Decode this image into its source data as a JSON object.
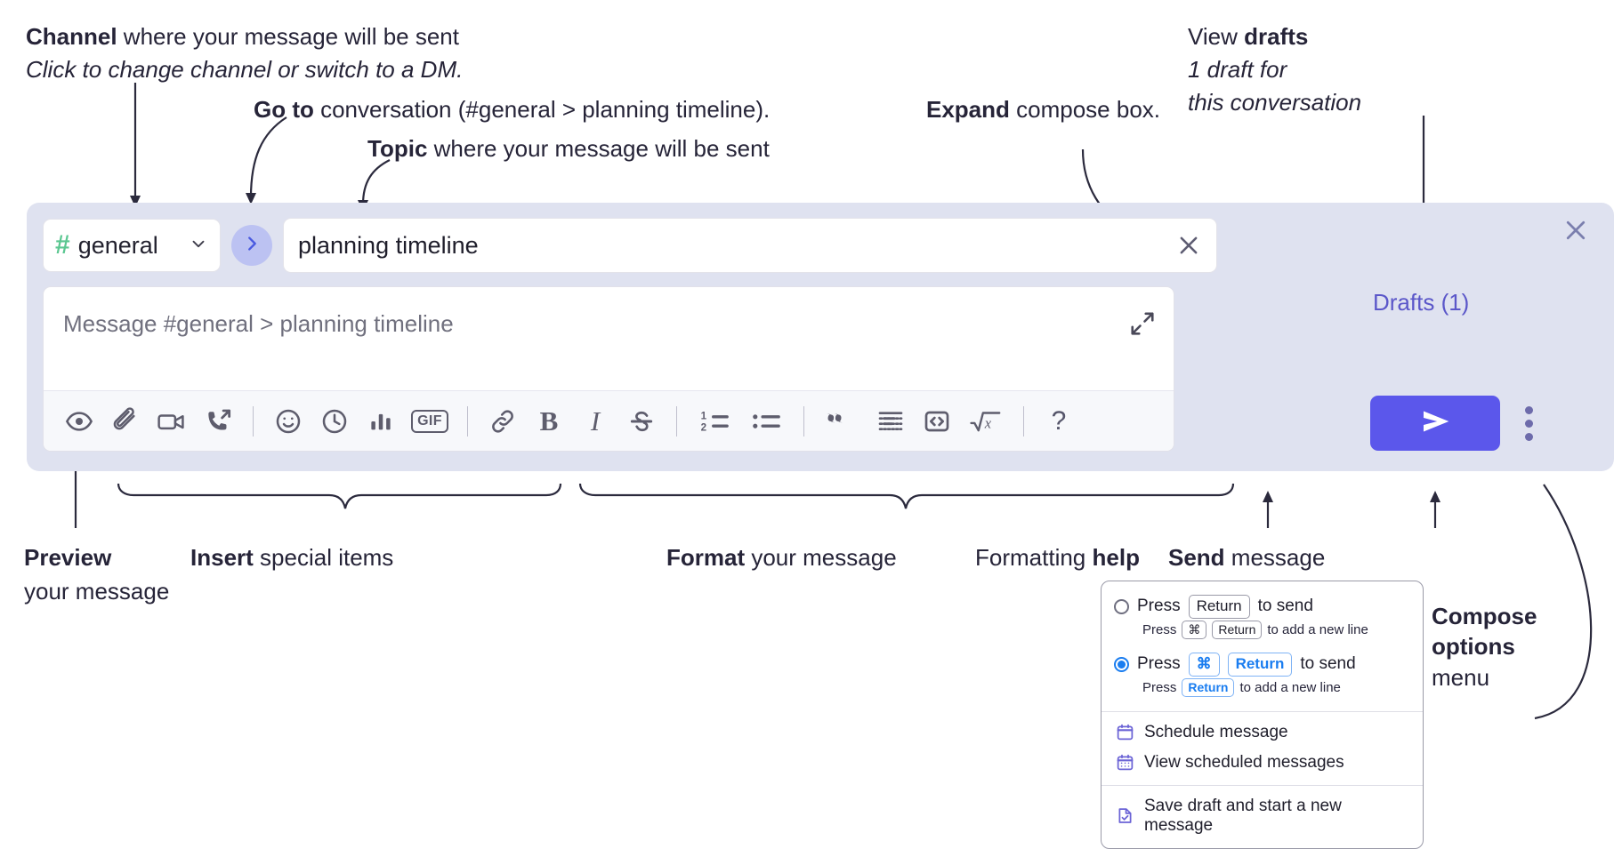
{
  "annotations": [
    {
      "id": "channel",
      "lead": "Channel",
      "rest": " where your message will be sent",
      "sub": "Click to change channel or switch to a DM."
    },
    {
      "id": "goto",
      "lead": "Go to",
      "rest": " conversation (#general > planning timeline)."
    },
    {
      "id": "topic",
      "lead": "Topic",
      "rest": " where your message will be sent"
    },
    {
      "id": "expand",
      "lead": "Expand",
      "rest": " compose box."
    },
    {
      "id": "drafts",
      "lead_pre": "View ",
      "lead": "drafts",
      "sub1": "1 draft for",
      "sub2": "this conversation"
    },
    {
      "id": "preview",
      "lead": "Preview",
      "sub": "your message"
    },
    {
      "id": "insert",
      "lead": "Insert",
      "rest": " special items"
    },
    {
      "id": "format",
      "lead": "Format",
      "rest": " your message"
    },
    {
      "id": "help",
      "pre": "Formatting ",
      "lead": "help"
    },
    {
      "id": "send",
      "lead": "Send",
      "rest": " message"
    },
    {
      "id": "compose",
      "lead1": "Compose",
      "lead2": "options",
      "sub": "menu"
    }
  ],
  "compose": {
    "channel": {
      "name": "general",
      "hash": "#",
      "icon": "hash-icon",
      "chevron": "chevron-down-icon"
    },
    "goto_button": {
      "icon": "chevron-right-icon",
      "color": "#4a5ae0",
      "bg": "#bcc2f2"
    },
    "topic": {
      "value": "planning timeline",
      "clear_icon": "close-icon"
    },
    "message": {
      "placeholder": "Message #general > planning timeline",
      "value": ""
    },
    "expand_icon": "expand-diagonal-icon",
    "close_icon": "close-icon",
    "drafts_label": "Drafts (1)",
    "drafts_color": "#5b57c9",
    "panel_bg": "#dfe2f0",
    "send": {
      "icon": "send-paper-plane-icon",
      "color": "#5b57eb"
    },
    "overflow": {
      "icon": "kebab-vertical-icon"
    },
    "toolbar": [
      {
        "name": "preview-icon",
        "glyph": "eye"
      },
      {
        "name": "attachment-icon",
        "glyph": "paperclip"
      },
      {
        "name": "video-icon",
        "glyph": "video"
      },
      {
        "name": "call-icon",
        "glyph": "phone"
      },
      {
        "name": "separator-1",
        "glyph": "sep"
      },
      {
        "name": "emoji-icon",
        "glyph": "smiley"
      },
      {
        "name": "reminder-clock-icon",
        "glyph": "clock"
      },
      {
        "name": "poll-icon",
        "glyph": "bars"
      },
      {
        "name": "gif-icon",
        "glyph": "gif",
        "label": "GIF"
      },
      {
        "name": "separator-2",
        "glyph": "sep"
      },
      {
        "name": "link-icon",
        "glyph": "link"
      },
      {
        "name": "bold-icon",
        "glyph": "bold",
        "label": "B"
      },
      {
        "name": "italic-icon",
        "glyph": "italic",
        "label": "I"
      },
      {
        "name": "strikethrough-icon",
        "glyph": "strike"
      },
      {
        "name": "separator-3",
        "glyph": "sep"
      },
      {
        "name": "ordered-list-icon",
        "glyph": "ol"
      },
      {
        "name": "bulleted-list-icon",
        "glyph": "ul"
      },
      {
        "name": "separator-4",
        "glyph": "sep"
      },
      {
        "name": "blockquote-icon",
        "glyph": "quote"
      },
      {
        "name": "code-block-icon",
        "glyph": "codeblock"
      },
      {
        "name": "inline-code-icon",
        "glyph": "code"
      },
      {
        "name": "math-icon",
        "glyph": "math"
      },
      {
        "name": "separator-5",
        "glyph": "sep"
      },
      {
        "name": "formatting-help-icon",
        "glyph": "question",
        "label": "?"
      }
    ]
  },
  "popup": {
    "options": [
      {
        "selected": false,
        "press": "Press",
        "key": "Return",
        "tail": "to send",
        "sub_press": "Press",
        "sub_keys": [
          "⌘",
          "Return"
        ],
        "sub_tail": "to add a new line"
      },
      {
        "selected": true,
        "press": "Press",
        "keys": [
          "⌘",
          "Return"
        ],
        "tail": "to send",
        "sub_press": "Press",
        "sub_key": "Return",
        "sub_tail": "to add a new line"
      }
    ],
    "menu": [
      {
        "icon": "calendar-schedule-icon",
        "label": "Schedule message"
      },
      {
        "icon": "calendar-grid-icon",
        "label": "View scheduled messages"
      },
      {
        "icon": "save-draft-icon",
        "label": "Save draft and start a new message"
      }
    ]
  }
}
